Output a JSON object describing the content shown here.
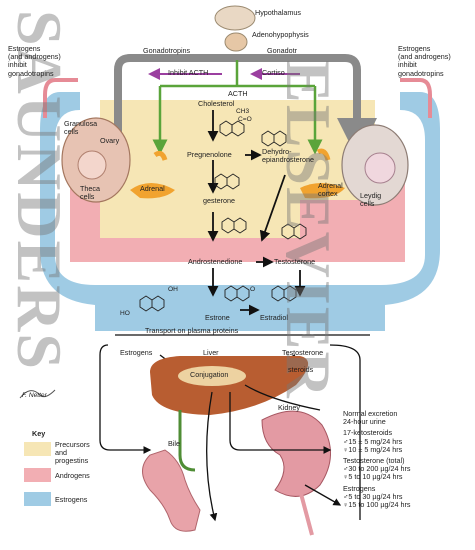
{
  "colors": {
    "precursors": "#f6e6b5",
    "androgens": "#f2aeb3",
    "estrogens": "#9fcbe4",
    "feedback_arrow": "#8a8a8a",
    "acth_arrow": "#5aa43a",
    "inhibit_arrow": "#9b3fa0",
    "pathway": "#111111"
  },
  "labels": {
    "hypothalamus": "Hypothalamus",
    "adenohypophysis": "Adenohypophysis",
    "gonadotropins_left": "Gonadotropins",
    "gonadotropins_right": "Gonadotr",
    "inhibit_acth": "Inhibit ACTH",
    "cortisol": "Cortiso",
    "acth": "ACTH",
    "estrogens_inhibit_left": "Estrogens\n(and androgens)\ninhibit\ngonadotropins",
    "estrogens_inhibit_right": "Estrogens\n(and androgens)\ninhibit\ngonadotropins",
    "granulosa": "Granulosa\ncells",
    "ovary": "Ovary",
    "theca": "Theca\ncells",
    "adrenal_left": "Adrenal",
    "adrenal_right": "Adrenal\ncortex",
    "leydig": "Leydig\ncells",
    "cholesterol": "Cholesterol",
    "pregnenolone": "Pregnenolone",
    "dehydroepiandrosterone": "Dehydro-\nepiandrosterone",
    "progesterone": "gesterone",
    "androstenedione": "Androstenedione",
    "testosterone": "Testosterone",
    "estrone": "Estrone",
    "estradiol": "Estradiol",
    "transport": "Transport on plasma proteins",
    "estrogens_flow": "Estrogens",
    "liver": "Liver",
    "testosterone_flow": "Testosterone",
    "conjugation": "Conjugation",
    "steroids": "steroids",
    "kidney": "Kidney",
    "bile": "Bile"
  },
  "excretion": {
    "title": "Normal excretion\n24-hour urine",
    "ketosteroids_title": "17-ketosteroids",
    "ketosteroids_male": "♂15 ± 5 mg/24 hrs",
    "ketosteroids_female": "♀10 ± 5 mg/24 hrs",
    "testosterone_title": "Testosterone (total)",
    "testosterone_male": "♂30 to 200 µg/24 hrs",
    "testosterone_female": "♀5 to 10 µg/24 hrs",
    "estrogens_title": "Estrogens",
    "estrogens_male": "♂5 to 30 µg/24 hrs",
    "estrogens_female": "♀15 to 100 µg/24 hrs"
  },
  "key": {
    "title": "Key",
    "items": [
      {
        "label": "Precursors\nand\nprogestins",
        "color": "#f6e6b5"
      },
      {
        "label": "Androgens",
        "color": "#f2aeb3"
      },
      {
        "label": "Estrogens",
        "color": "#9fcbe4"
      }
    ]
  },
  "signature": "F. Netter",
  "watermark": {
    "left": "SAUNDERS",
    "right": "ELSEVIER"
  },
  "structure_labels": {
    "ch3": "CH3",
    "ho": "HO",
    "oh": "OH",
    "co": "C=O",
    "o": "O"
  }
}
